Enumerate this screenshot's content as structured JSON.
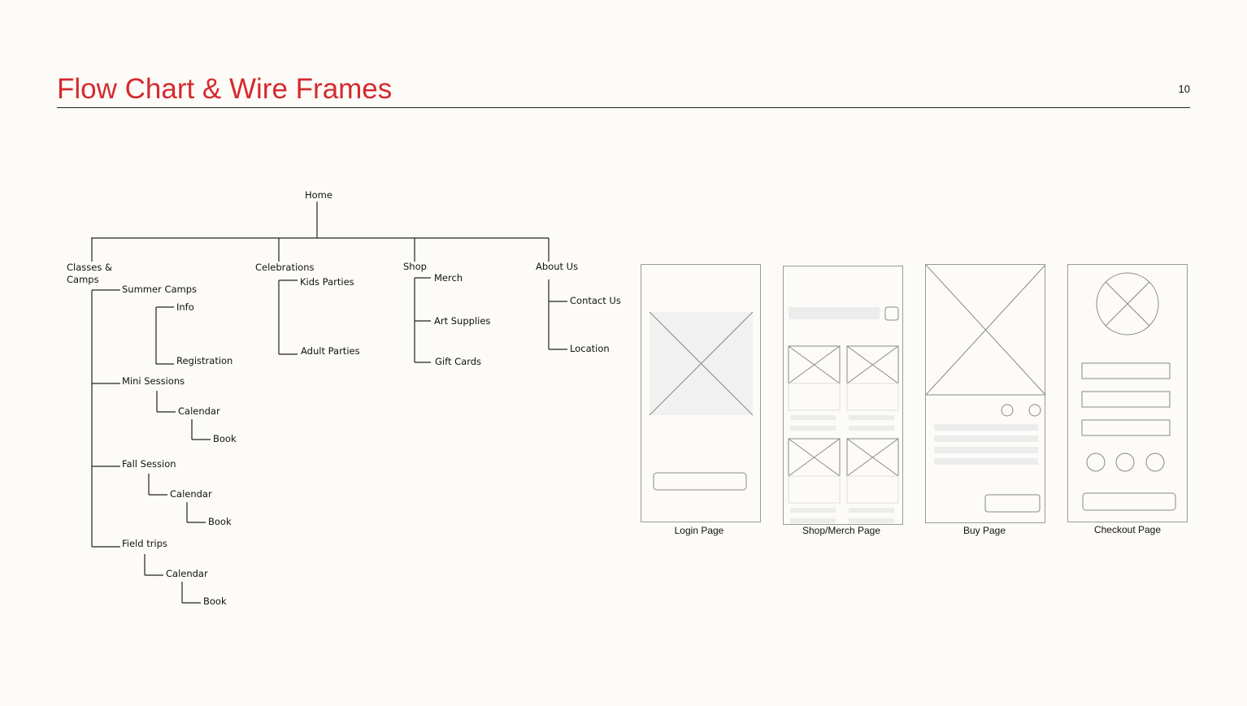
{
  "header": {
    "title": "Flow Chart & Wire Frames",
    "page_number": "10"
  },
  "flowchart": {
    "root": "Home",
    "classes": {
      "label_line1": "Classes &",
      "label_line2": "Camps",
      "summer_camps": "Summer Camps",
      "summer_info": "Info",
      "summer_registration": "Registration",
      "mini_sessions": "Mini Sessions",
      "mini_calendar": "Calendar",
      "mini_book": "Book",
      "fall_session": "Fall Session",
      "fall_calendar": "Calendar",
      "fall_book": "Book",
      "field_trips": "Field trips",
      "field_calendar": "Calendar",
      "field_book": "Book"
    },
    "celebrations": {
      "label": "Celebrations",
      "kids": "Kids Parties",
      "adult": "Adult Parties"
    },
    "shop": {
      "label": "Shop",
      "merch": "Merch",
      "art": "Art Supplies",
      "gift": "Gift Cards"
    },
    "about": {
      "label": "About Us",
      "contact": "Contact Us",
      "location": "Location"
    }
  },
  "wireframes": {
    "login": "Login Page",
    "shop": "Shop/Merch Page",
    "buy": "Buy Page",
    "checkout": "Checkout Page"
  }
}
